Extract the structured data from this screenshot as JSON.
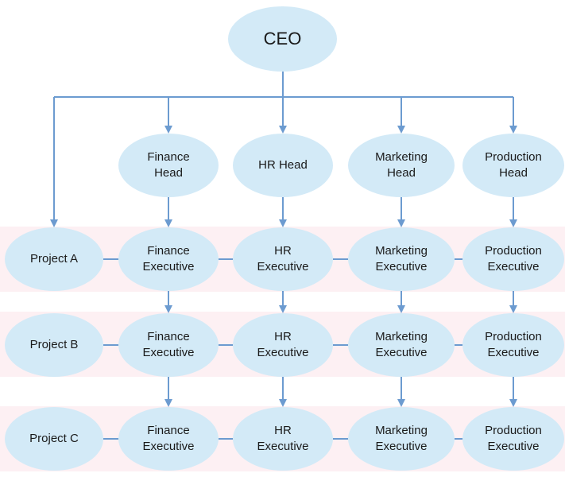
{
  "colors": {
    "node_fill": "#d3eaf7",
    "connector": "#6c9bd0",
    "row_band": "#fdf0f3",
    "text": "#1a1a1a"
  },
  "ceo": {
    "label": "CEO"
  },
  "heads": [
    {
      "label": "Finance\nHead"
    },
    {
      "label": "HR Head"
    },
    {
      "label": "Marketing\nHead"
    },
    {
      "label": "Production\nHead"
    }
  ],
  "projects": [
    {
      "label": "Project A",
      "executives": [
        "Finance\nExecutive",
        "HR\nExecutive",
        "Marketing\nExecutive",
        "Production\nExecutive"
      ]
    },
    {
      "label": "Project B",
      "executives": [
        "Finance\nExecutive",
        "HR\nExecutive",
        "Marketing\nExecutive",
        "Production\nExecutive"
      ]
    },
    {
      "label": "Project C",
      "executives": [
        "Finance\nExecutive",
        "HR\nExecutive",
        "Marketing\nExecutive",
        "Production\nExecutive"
      ]
    }
  ]
}
